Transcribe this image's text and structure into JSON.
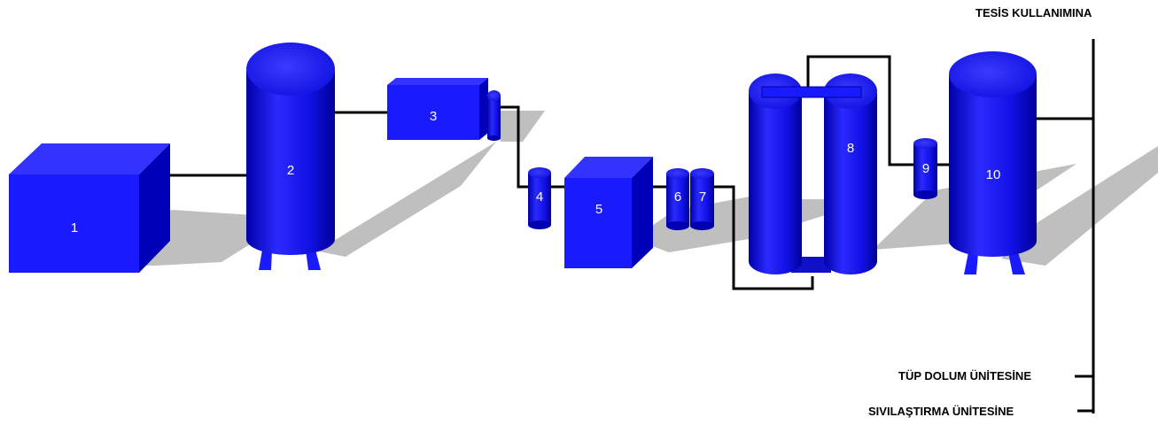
{
  "colors": {
    "equipment": "#1a1aff",
    "equipment_dark": "#0000b0",
    "equipment_top": "#3333ff",
    "pipe": "#000000",
    "shadow": "#bfbfbf"
  },
  "units": [
    {
      "id": "unit-1",
      "number": "1",
      "shape": "box"
    },
    {
      "id": "unit-2",
      "number": "2",
      "shape": "tank-with-legs"
    },
    {
      "id": "unit-3",
      "number": "3",
      "shape": "box-flat"
    },
    {
      "id": "unit-4",
      "number": "4",
      "shape": "small-cylinder"
    },
    {
      "id": "unit-5",
      "number": "5",
      "shape": "box"
    },
    {
      "id": "unit-6",
      "number": "6",
      "shape": "small-cylinder"
    },
    {
      "id": "unit-7",
      "number": "7",
      "shape": "small-cylinder"
    },
    {
      "id": "unit-8",
      "number": "8",
      "shape": "twin-tower"
    },
    {
      "id": "unit-9",
      "number": "9",
      "shape": "small-cylinder"
    },
    {
      "id": "unit-10",
      "number": "10",
      "shape": "tank-with-legs"
    }
  ],
  "outputs": {
    "plant_use": "TESİS KULLANIMINA",
    "cylinder_filling": "TÜP DOLUM ÜNİTESİNE",
    "liquefaction": "SIVILAŞTIRMA ÜNİTESİNE"
  }
}
